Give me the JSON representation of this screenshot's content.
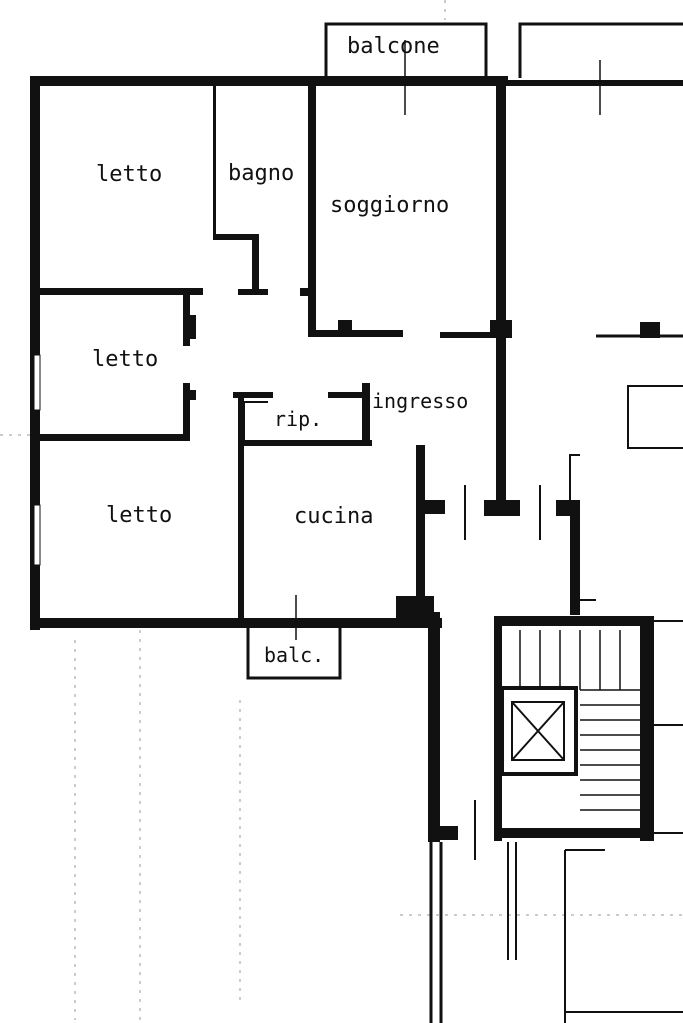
{
  "rooms": {
    "balcone": "balcone",
    "letto_1": "letto",
    "bagno": "bagno",
    "soggiorno": "soggiorno",
    "letto_2": "letto",
    "ripostiglio": "rip.",
    "ingresso": "ingresso",
    "letto_3": "letto",
    "cucina": "cucina",
    "balc": "balc."
  },
  "colors": {
    "ink": "#111111",
    "paper": "#ffffff"
  }
}
